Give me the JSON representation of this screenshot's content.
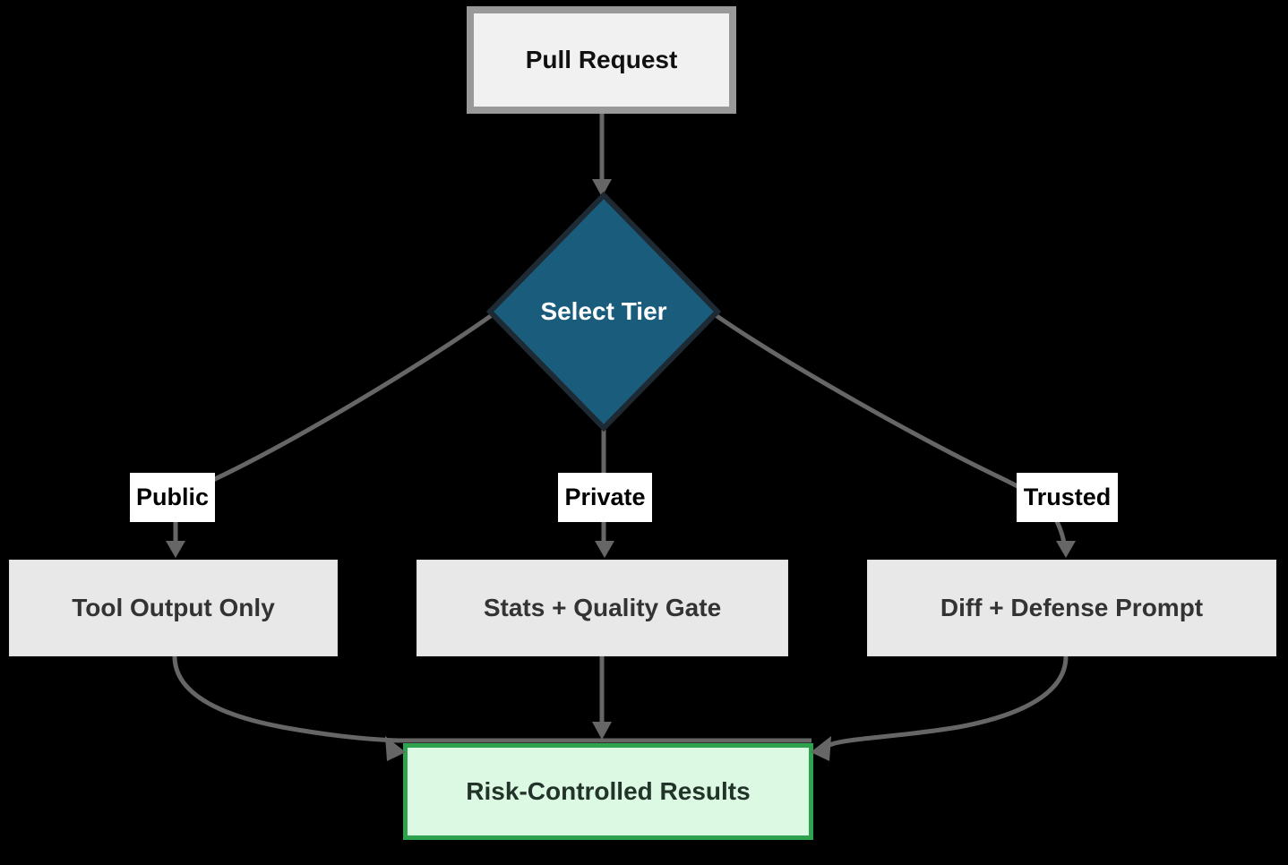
{
  "diagram_type": "flowchart",
  "background": "#000000",
  "nodes": {
    "pull_request": {
      "label": "Pull Request",
      "shape": "rectangle",
      "fill": "#f1f1f1",
      "border": "#999999",
      "text_color": "#111111"
    },
    "select_tier": {
      "label": "Select Tier",
      "shape": "diamond",
      "fill": "#1a5c7c",
      "border": "#1e2a33",
      "text_color": "#ffffff"
    },
    "tool_output": {
      "label": "Tool Output Only",
      "shape": "rectangle",
      "fill": "#e8e8e8",
      "border": "#dedede",
      "text_color": "#333333"
    },
    "stats_gate": {
      "label": "Stats + Quality Gate",
      "shape": "rectangle",
      "fill": "#e8e8e8",
      "border": "#dedede",
      "text_color": "#333333"
    },
    "diff_defense": {
      "label": "Diff + Defense Prompt",
      "shape": "rectangle",
      "fill": "#e8e8e8",
      "border": "#dedede",
      "text_color": "#333333"
    },
    "results": {
      "label": "Risk-Controlled Results",
      "shape": "rectangle",
      "fill": "#dcf9e3",
      "border": "#2ea24e",
      "text_color": "#22332a"
    }
  },
  "edge_labels": {
    "public": "Public",
    "private": "Private",
    "trusted": "Trusted"
  },
  "edges": [
    {
      "from": "pull_request",
      "to": "select_tier",
      "label": ""
    },
    {
      "from": "select_tier",
      "to": "tool_output",
      "label": "Public"
    },
    {
      "from": "select_tier",
      "to": "stats_gate",
      "label": "Private"
    },
    {
      "from": "select_tier",
      "to": "diff_defense",
      "label": "Trusted"
    },
    {
      "from": "tool_output",
      "to": "results",
      "label": ""
    },
    {
      "from": "stats_gate",
      "to": "results",
      "label": ""
    },
    {
      "from": "diff_defense",
      "to": "results",
      "label": ""
    }
  ],
  "colors": {
    "edge": "#666666",
    "label_background": "#ffffff",
    "decision_fill": "#1a5c7c",
    "result_border": "#2ea24e",
    "result_fill": "#dcf9e3"
  }
}
